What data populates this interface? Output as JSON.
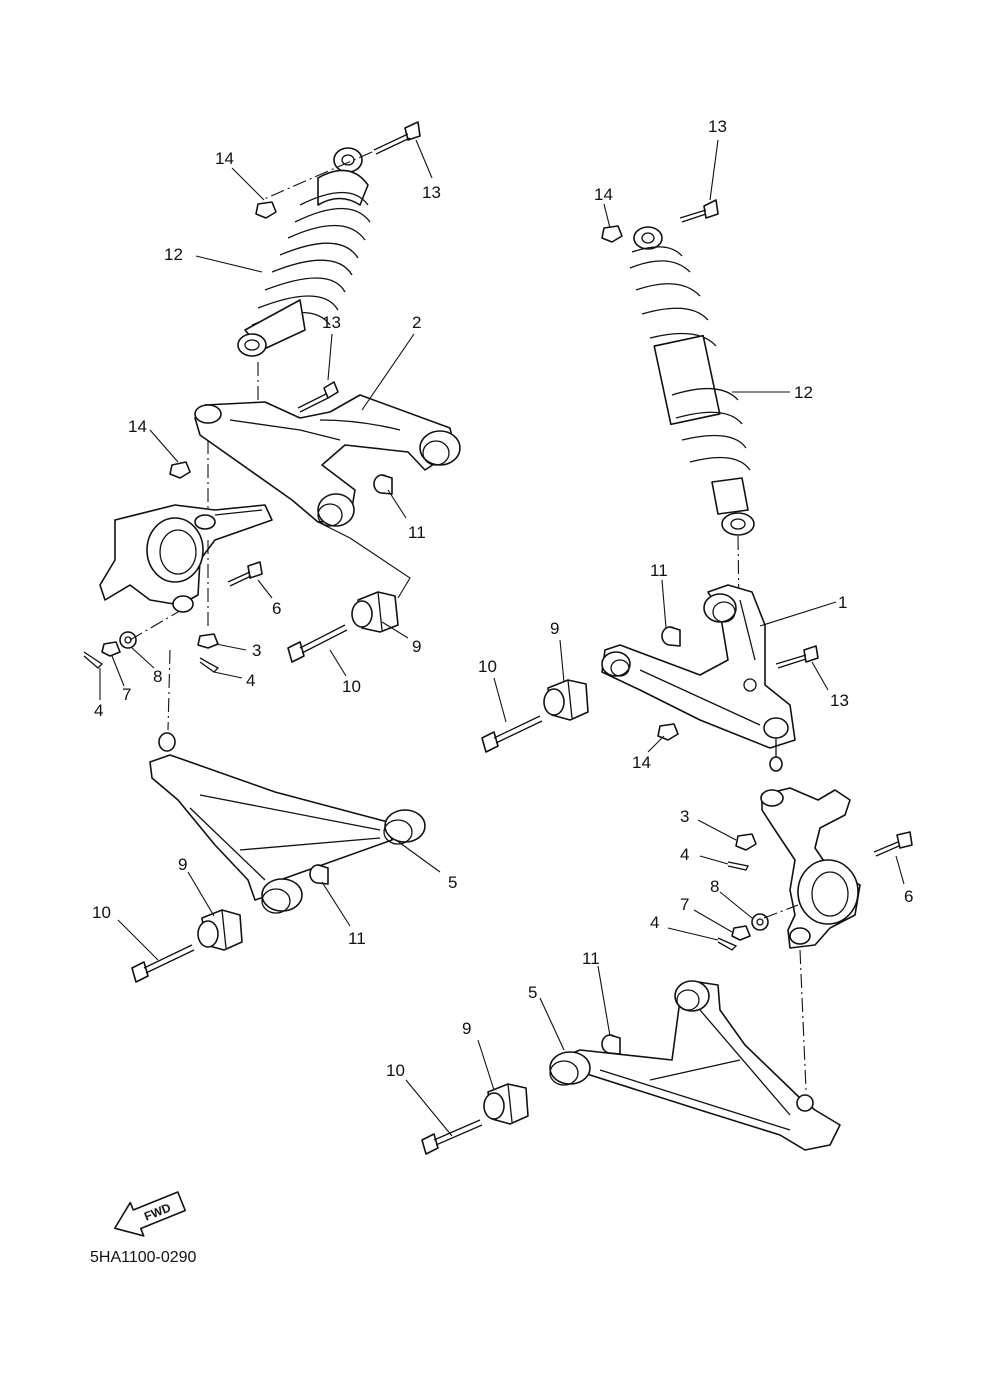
{
  "diagram": {
    "part_code": "5HA1100-0290",
    "direction_arrow_text": "FWD",
    "callouts": [
      {
        "id": "c-14-a",
        "text": "14"
      },
      {
        "id": "c-13-a",
        "text": "13"
      },
      {
        "id": "c-12-a",
        "text": "12"
      },
      {
        "id": "c-13-b",
        "text": "13"
      },
      {
        "id": "c-2",
        "text": "2"
      },
      {
        "id": "c-14-b",
        "text": "14"
      },
      {
        "id": "c-11-a",
        "text": "11"
      },
      {
        "id": "c-6-a",
        "text": "6"
      },
      {
        "id": "c-3-a",
        "text": "3"
      },
      {
        "id": "c-4-a",
        "text": "4"
      },
      {
        "id": "c-9-a",
        "text": "9"
      },
      {
        "id": "c-10-a",
        "text": "10"
      },
      {
        "id": "c-4-b",
        "text": "4"
      },
      {
        "id": "c-7-a",
        "text": "7"
      },
      {
        "id": "c-8-a",
        "text": "8"
      },
      {
        "id": "c-5-a",
        "text": "5"
      },
      {
        "id": "c-9-b",
        "text": "9"
      },
      {
        "id": "c-10-b",
        "text": "10"
      },
      {
        "id": "c-11-b",
        "text": "11"
      },
      {
        "id": "c-13-c",
        "text": "13"
      },
      {
        "id": "c-14-c",
        "text": "14"
      },
      {
        "id": "c-12-b",
        "text": "12"
      },
      {
        "id": "c-11-c",
        "text": "11"
      },
      {
        "id": "c-1",
        "text": "1"
      },
      {
        "id": "c-9-c",
        "text": "9"
      },
      {
        "id": "c-10-c",
        "text": "10"
      },
      {
        "id": "c-13-d",
        "text": "13"
      },
      {
        "id": "c-14-d",
        "text": "14"
      },
      {
        "id": "c-3-b",
        "text": "3"
      },
      {
        "id": "c-4-c",
        "text": "4"
      },
      {
        "id": "c-8-b",
        "text": "8"
      },
      {
        "id": "c-7-b",
        "text": "7"
      },
      {
        "id": "c-4-d",
        "text": "4"
      },
      {
        "id": "c-6-b",
        "text": "6"
      },
      {
        "id": "c-11-d",
        "text": "11"
      },
      {
        "id": "c-5-b",
        "text": "5"
      },
      {
        "id": "c-9-d",
        "text": "9"
      },
      {
        "id": "c-10-d",
        "text": "10"
      }
    ]
  }
}
